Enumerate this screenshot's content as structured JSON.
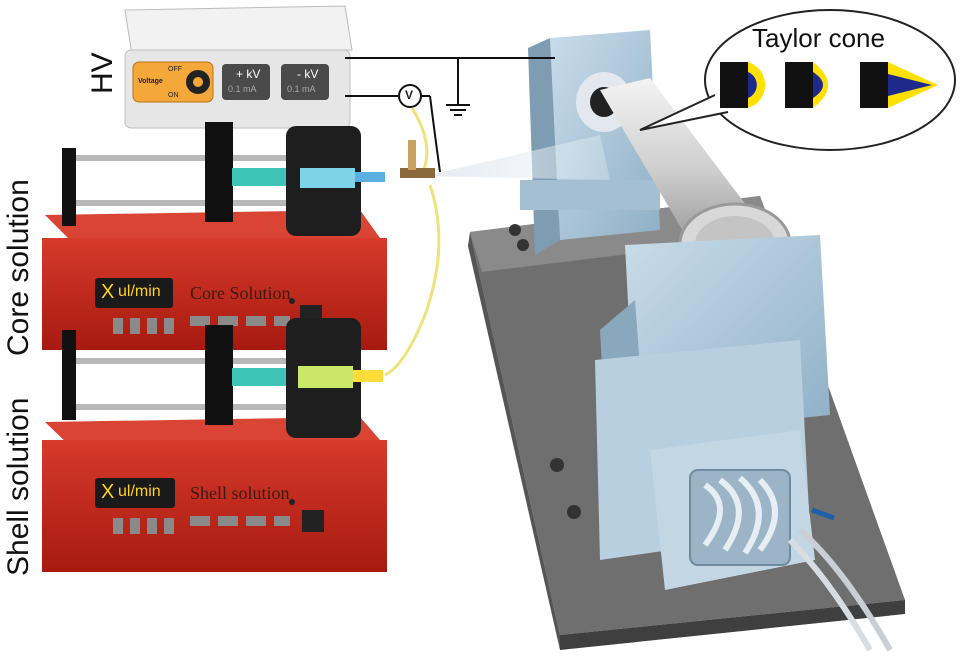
{
  "labels": {
    "hv": "HV",
    "core_solution": "Core solution",
    "shell_solution": "Shell solution",
    "taylor_cone": "Taylor cone"
  },
  "hv_supply": {
    "voltage_label": "Voltage",
    "off": "OFF",
    "on": "ON",
    "plus_kv": "+ kV",
    "minus_kv": "- kV",
    "current_unit": "0.1 mA",
    "meter_symbol": "V"
  },
  "core_pump": {
    "display_x": "X",
    "display_unit": "ul/min",
    "panel_title": "Core Solution"
  },
  "shell_pump": {
    "display_x": "X",
    "display_unit": "ul/min",
    "panel_title": "Shell solution"
  },
  "colors": {
    "pump_red": "#c72418",
    "syringe_teal": "#3fc4b8",
    "shell_syringe": "#c9e86a",
    "hv_box": "#e8e8e8",
    "collector_blue": "#a9c7d9",
    "base_gray": "#7e7e7e",
    "cone_yellow": "#ffe000",
    "cone_blue": "#1d2a8c"
  }
}
